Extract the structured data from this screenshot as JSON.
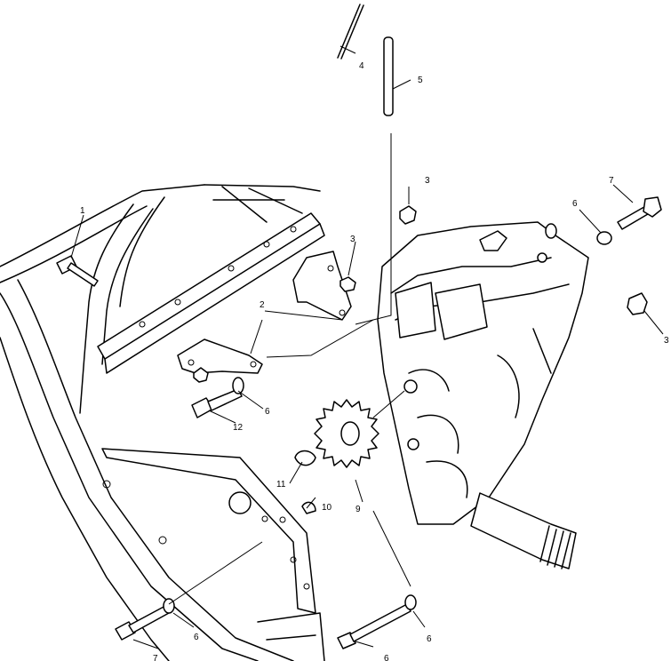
{
  "callouts": [
    {
      "id": "c1",
      "label": "1"
    },
    {
      "id": "c2",
      "label": "2"
    },
    {
      "id": "c3a",
      "label": "3"
    },
    {
      "id": "c3b",
      "label": "3"
    },
    {
      "id": "c3c",
      "label": "3"
    },
    {
      "id": "c4",
      "label": "4"
    },
    {
      "id": "c5",
      "label": "5"
    },
    {
      "id": "c6a",
      "label": "6"
    },
    {
      "id": "c6b",
      "label": "6"
    },
    {
      "id": "c6c",
      "label": "6"
    },
    {
      "id": "c6d",
      "label": "6"
    },
    {
      "id": "c6e",
      "label": "6"
    },
    {
      "id": "c7a",
      "label": "7"
    },
    {
      "id": "c7b",
      "label": "7"
    },
    {
      "id": "c9",
      "label": "9"
    },
    {
      "id": "c10",
      "label": "10"
    },
    {
      "id": "c11",
      "label": "11"
    },
    {
      "id": "c12",
      "label": "12"
    }
  ]
}
